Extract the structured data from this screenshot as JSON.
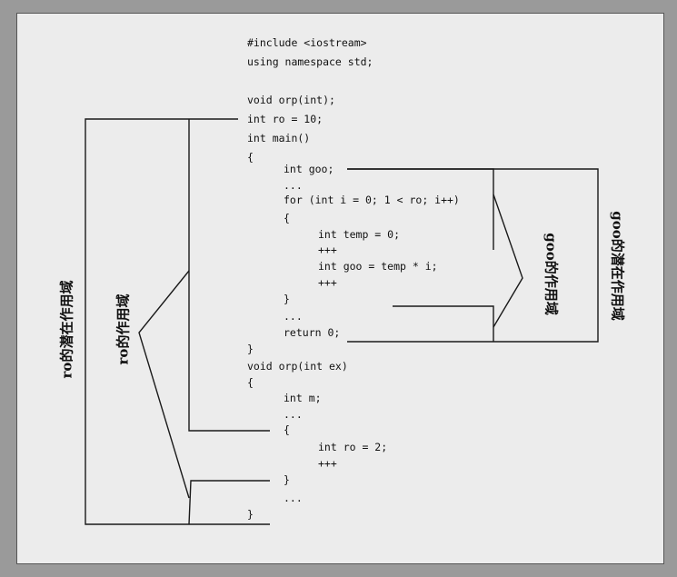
{
  "code_lines": [
    "#include <iostream>",
    "using namespace std;",
    "",
    "void orp(int);",
    "int ro = 10;",
    "int main()",
    "{",
    "int goo;",
    "...",
    "for (int i = 0; 1 < ro; i++)",
    "{",
    "int temp = 0;",
    "+++",
    "int goo = temp * i;",
    "+++",
    "}",
    "...",
    "return 0;",
    "}",
    "void orp(int ex)",
    "{",
    "int m;",
    "...",
    "{",
    "int ro = 2;",
    "+++",
    "}",
    "...",
    "}"
  ],
  "labels": {
    "ro_potential_scope": "ro的潜在作用域",
    "ro_scope": "ro的作用域",
    "goo_scope": "goo的作用域",
    "goo_potential_scope": "goo的潜在作用域"
  },
  "colors": {
    "background": "#ececec",
    "frame": "#9a9a9a",
    "ink": "#111111"
  }
}
